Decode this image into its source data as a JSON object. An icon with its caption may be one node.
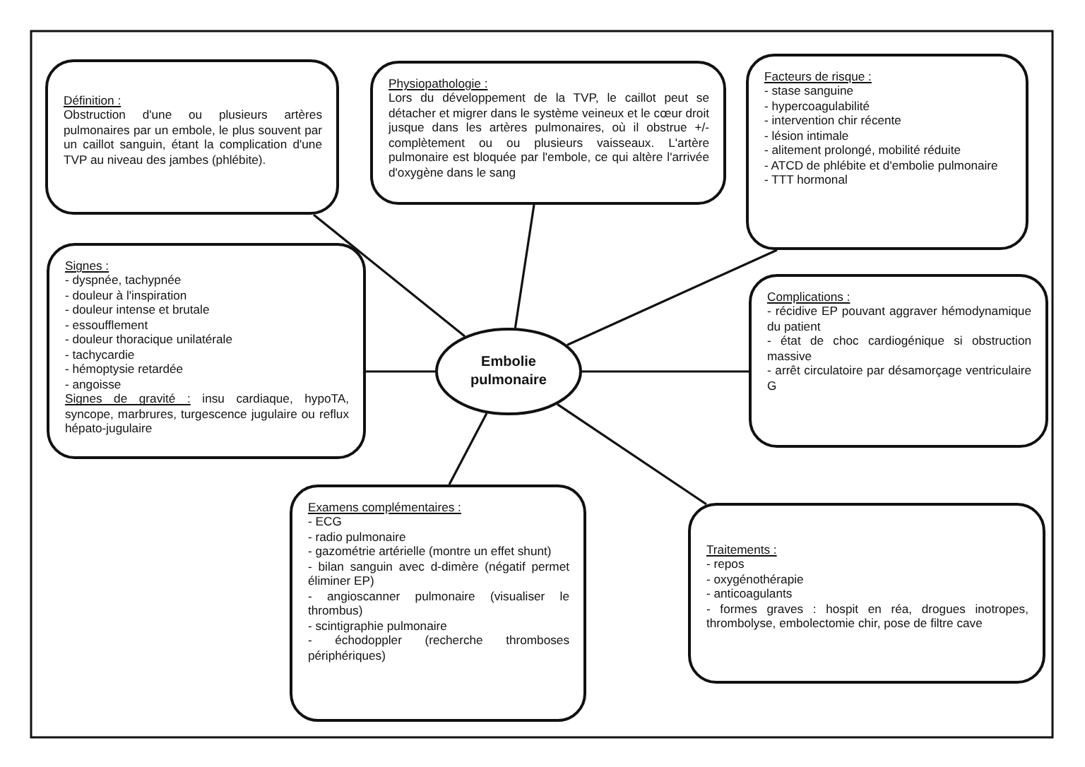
{
  "diagram": {
    "nodes": [
      {
        "text": [
          "Définition :",
          "Obstruction d'une ou plusieurs artères pulmonaires par un embole, le plus souvent par un caillot sanguin, étant la complication d'une TVP au niveau des jambes (phlébite)."
        ]
      },
      {
        "text": [
          "Physiopathologie :",
          "Lors du développement de la TVP, le caillot peut se détacher et migrer dans le système veineux et le cœur droit jusque dans les artères pulmonaires, où il obstrue +/- complètement ou ou plusieurs vaisseaux. L'artère pulmonaire est bloquée par l'embole, ce qui altère l'arrivée d'oxygène dans le sang"
        ]
      },
      {
        "text": [
          "Facteurs de risque :",
          "- stase sanguine",
          "- hypercoagulabilité",
          "- intervention chir récente",
          "- lésion intimale",
          "- alitement prolongé, mobilité réduite",
          "- ATCD de phlébite et d'embolie pulmonaire",
          "- TTT hormonal"
        ]
      },
      {
        "text": [
          "Signes :",
          "- dyspnée, tachypnée",
          "- douleur à l'inspiration",
          "- douleur intense et brutale",
          "- essoufflement",
          "- douleur thoracique unilatérale",
          "- tachycardie",
          "- hémoptysie retardée",
          "- angoisse",
          "Signes de gravité :",
          "insu cardiaque, hypoTA, syncope, marbrures, turgescence jugulaire ou reflux hépato-jugulaire"
        ]
      },
      {
        "text": [
          "Embolie pulmonaire"
        ]
      },
      {
        "text": [
          "Complications :",
          "- récidive EP pouvant aggraver hémodynamique du patient",
          "- état de choc cardiogénique si obstruction massive",
          "- arrêt circulatoire par désamorçage ventriculaire G"
        ]
      },
      {
        "text": [
          "Examens complémentaires :",
          "- ECG",
          "- radio pulmonaire",
          "- gazométrie artérielle (montre un effet shunt)",
          "- bilan sanguin avec d-dimère (négatif permet éliminer EP)",
          "- angioscanner pulmonaire (visualiser le thrombus)",
          "- scintigraphie pulmonaire",
          "- échodoppler (recherche thromboses périphériques)"
        ]
      },
      {
        "text": [
          "Traitements :",
          "- repos",
          "- oxygénothérapie",
          "- anticoagulants",
          "- formes graves : hospit en réa, drogues inotropes, thrombolyse, embolectomie chir, pose de filtre cave"
        ]
      }
    ],
    "edges": [
      {
        "from": 4,
        "to": 0,
        "arrow": "none"
      },
      {
        "from": 4,
        "to": 1,
        "arrow": "none"
      },
      {
        "from": 4,
        "to": 2,
        "arrow": "none"
      },
      {
        "from": 4,
        "to": 3,
        "arrow": "none"
      },
      {
        "from": 4,
        "to": 5,
        "arrow": "none"
      },
      {
        "from": 4,
        "to": 6,
        "arrow": "none"
      },
      {
        "from": 4,
        "to": 7,
        "arrow": "none"
      }
    ]
  }
}
